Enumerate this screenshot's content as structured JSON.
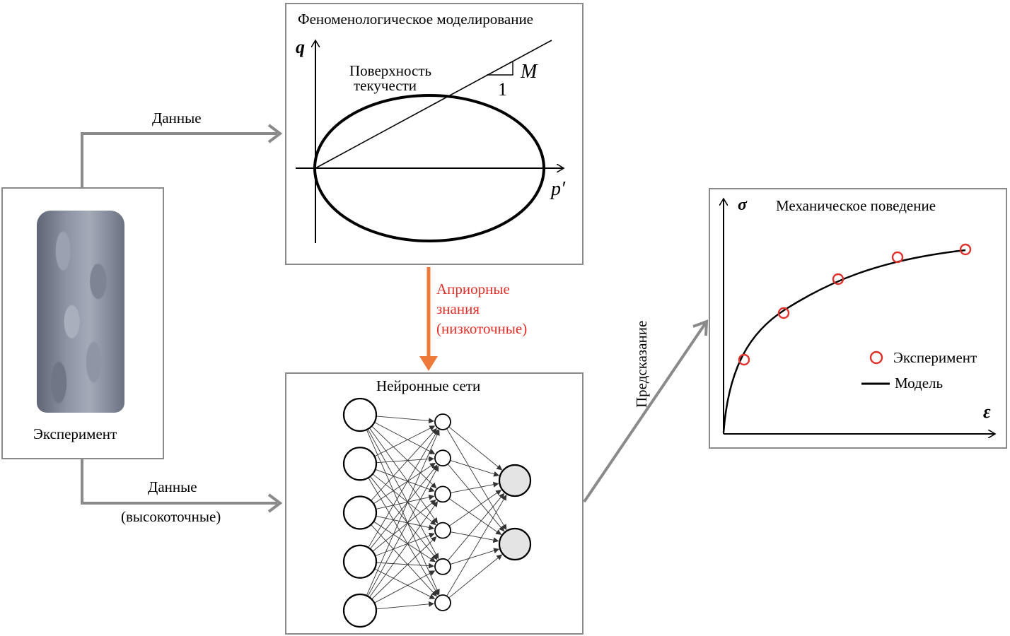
{
  "experiment": {
    "label": "Эксперимент"
  },
  "arrows": {
    "top_data_label": "Данные",
    "bottom_data_label": "Данные",
    "bottom_data_sub": "(высокоточные)",
    "prior_line1": "Априорные",
    "prior_line2": "знания",
    "prior_line3": "(низкоточные)",
    "prediction_label": "Предсказание"
  },
  "phenomenological": {
    "title": "Феноменологическое моделирование",
    "surface_line1": "Поверхность",
    "surface_line2": "текучести",
    "axis_q": "q",
    "axis_p": "p′",
    "slope_label": "M",
    "slope_one": "1"
  },
  "neural": {
    "title": "Нейронные сети",
    "layers": [
      5,
      6,
      2
    ]
  },
  "mechanical": {
    "title": "Механическое поведение",
    "axis_sigma": "σ",
    "axis_eps": "ε",
    "legend_experiment": "Эксперимент",
    "legend_model": "Модель"
  },
  "colors": {
    "arrow_gray": "#8a8a8a",
    "arrow_orange": "#ee7a3a",
    "marker_red": "#e0302a"
  }
}
